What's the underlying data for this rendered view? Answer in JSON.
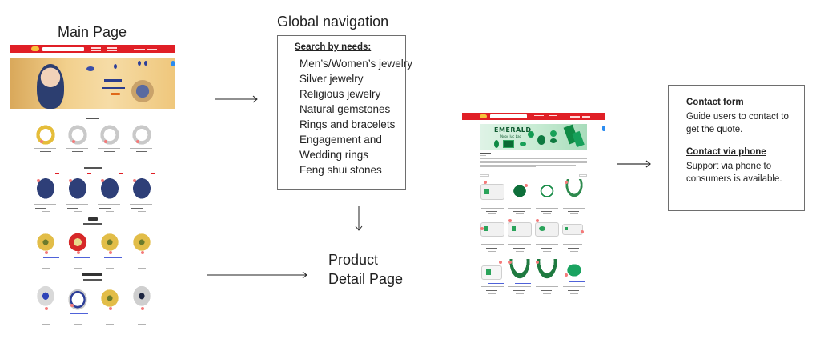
{
  "diagram": {
    "nodes": {
      "main_page": {
        "title": "Main Page"
      },
      "global_navigation": {
        "title": "Global navigation",
        "box_heading": "Search by needs:",
        "items": [
          "Men’s/Women’s jewelry",
          "Silver jewelry",
          "Religious jewelry",
          "Natural gemstones",
          "Rings and bracelets",
          "Engagement and",
          "Wedding rings",
          "Feng shui stones"
        ]
      },
      "product_detail_page": {
        "title_line1": "Product",
        "title_line2": "Detail Page"
      },
      "contact": {
        "sections": [
          {
            "heading": "Contact form",
            "text": "Guide users to contact to get the quote."
          },
          {
            "heading": "Contact via phone",
            "text": "Support via phone to consumers is available."
          }
        ]
      }
    },
    "edges": [
      {
        "from": "main_page",
        "to": "global_navigation"
      },
      {
        "from": "global_navigation",
        "to": "product_detail_page"
      },
      {
        "from": "main_page",
        "to": "product_detail_page"
      },
      {
        "from": "product_detail_page_screenshot",
        "to": "contact"
      }
    ],
    "screenshots": {
      "main_page": {
        "description": "Jewelry store homepage thumbnail",
        "brand_color": "#e01f26"
      },
      "product_detail_page": {
        "description": "Emerald category page thumbnail",
        "banner_text": "EMERALD",
        "banner_subtext": "Ngoc luc bao",
        "brand_color": "#e01f26"
      }
    }
  }
}
